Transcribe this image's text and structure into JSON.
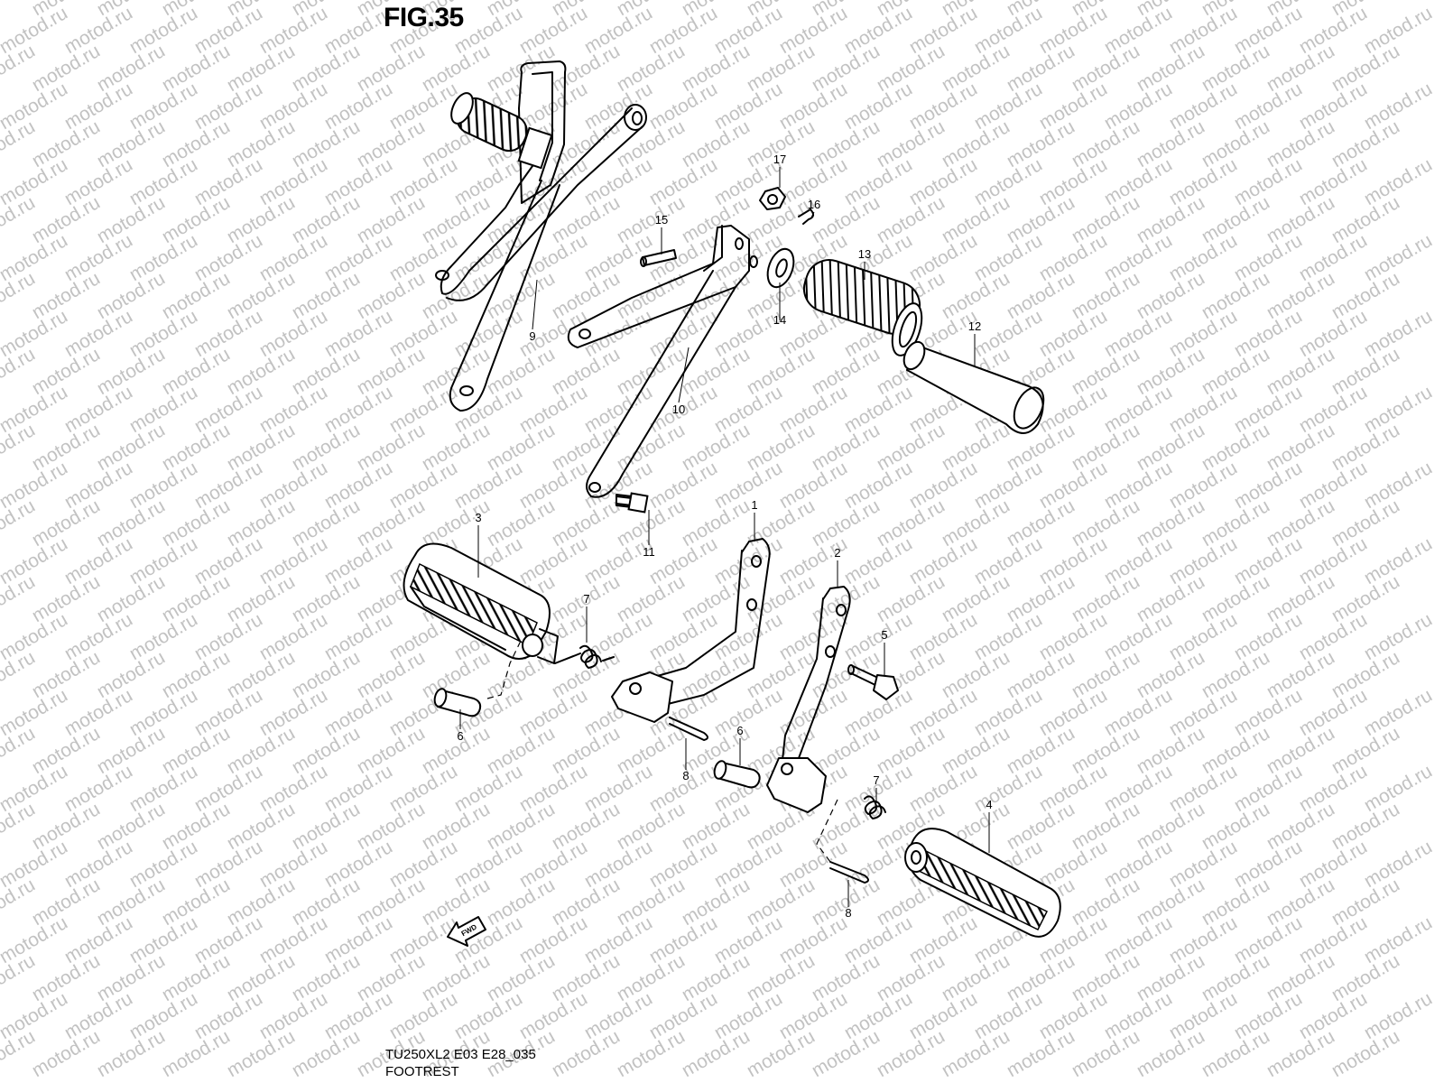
{
  "figure": {
    "title": "FIG.35",
    "code": "TU250XL2 E03 E28_035",
    "name": "FOOTREST",
    "watermark": "motod.ru",
    "fwd_label": "FWD"
  },
  "callouts": [
    {
      "id": "c1",
      "label": "1"
    },
    {
      "id": "c2",
      "label": "2"
    },
    {
      "id": "c3",
      "label": "3"
    },
    {
      "id": "c4",
      "label": "4"
    },
    {
      "id": "c5",
      "label": "5"
    },
    {
      "id": "c6a",
      "label": "6"
    },
    {
      "id": "c6b",
      "label": "6"
    },
    {
      "id": "c7a",
      "label": "7"
    },
    {
      "id": "c7b",
      "label": "7"
    },
    {
      "id": "c8a",
      "label": "8"
    },
    {
      "id": "c8b",
      "label": "8"
    },
    {
      "id": "c9",
      "label": "9"
    },
    {
      "id": "c10",
      "label": "10"
    },
    {
      "id": "c11",
      "label": "11"
    },
    {
      "id": "c12",
      "label": "12"
    },
    {
      "id": "c13",
      "label": "13"
    },
    {
      "id": "c14",
      "label": "14"
    },
    {
      "id": "c15",
      "label": "15"
    },
    {
      "id": "c16",
      "label": "16"
    },
    {
      "id": "c17",
      "label": "17"
    }
  ]
}
